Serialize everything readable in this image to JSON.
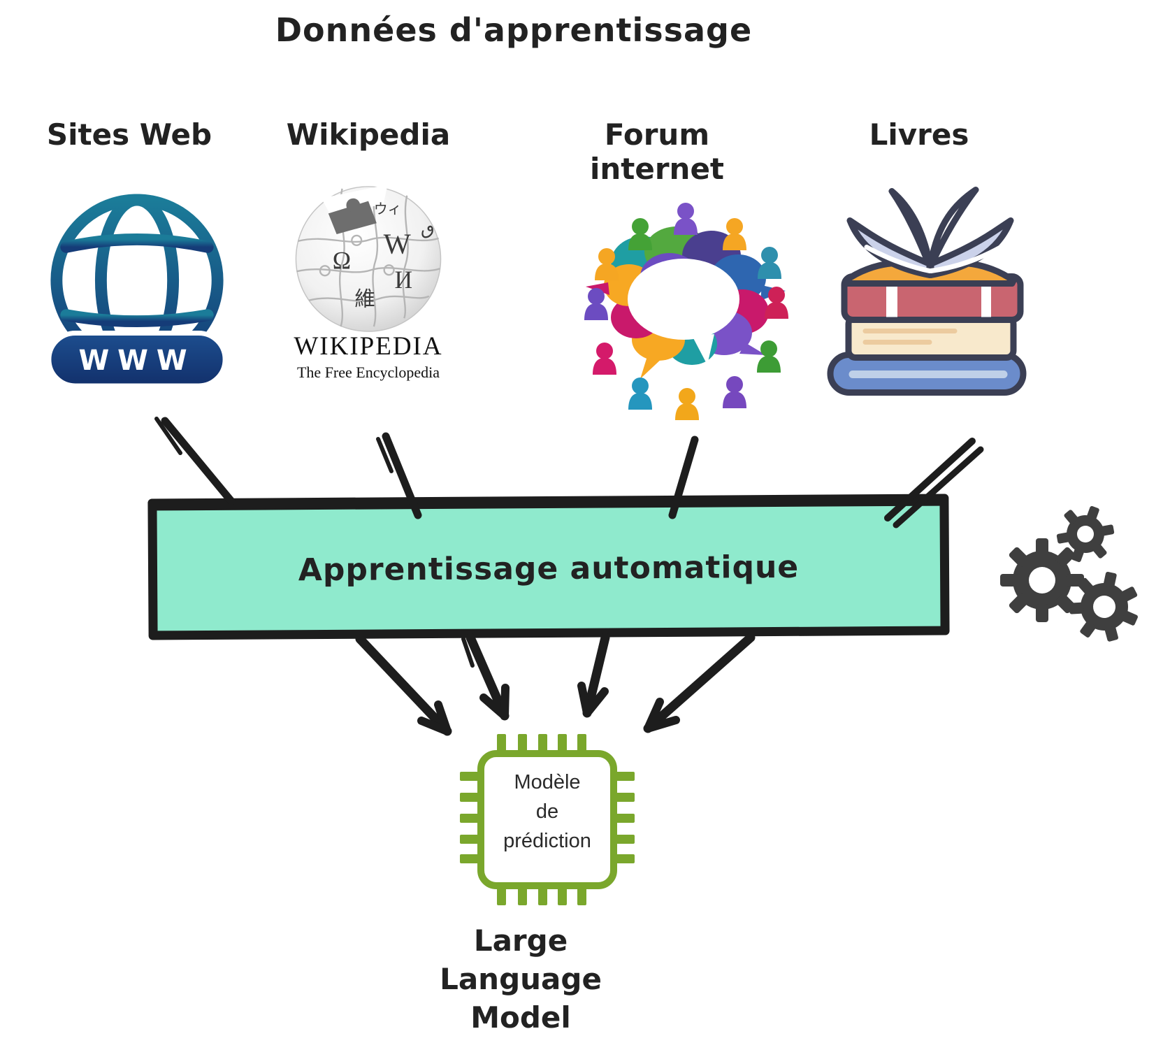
{
  "title": "Données d'apprentissage",
  "sources": [
    {
      "id": "sites-web",
      "label": "Sites Web",
      "icon": "www-globe-icon",
      "badge": "WWW"
    },
    {
      "id": "wikipedia",
      "label": "Wikipedia",
      "icon": "wikipedia-globe-icon",
      "wordmark": "WIKIPEDIA",
      "tagline": "The Free Encyclopedia",
      "puzzle_glyphs": [
        "W",
        "Ω",
        "И",
        "維",
        "ウィ",
        "ٯ"
      ]
    },
    {
      "id": "forum",
      "label": "Forum internet",
      "icon": "forum-community-icon"
    },
    {
      "id": "livres",
      "label": "Livres",
      "icon": "books-stack-icon"
    }
  ],
  "process_box": {
    "label": "Apprentissage automatique",
    "fill_color": "#8FEACD",
    "border_color": "#1D1D1D"
  },
  "prediction_chip": {
    "lines": [
      "Modèle",
      "de",
      "prédiction"
    ],
    "outline_color": "#7AA72C"
  },
  "caption": {
    "lines": [
      "Large",
      "Language",
      "Model"
    ]
  },
  "colors": {
    "ink": "#1D1D1D",
    "gears": "#3F3F3F",
    "globe_teal": "#1B7C99",
    "globe_navy": "#153C78",
    "www_pill": "#1A4480",
    "book_outline": "#3B3F54",
    "book_red": "#C96570",
    "book_cream": "#F8E9CC",
    "book_blue": "#6B8CCB",
    "book_orange": "#F4A83C",
    "pages_lavender": "#CBD2EA"
  }
}
